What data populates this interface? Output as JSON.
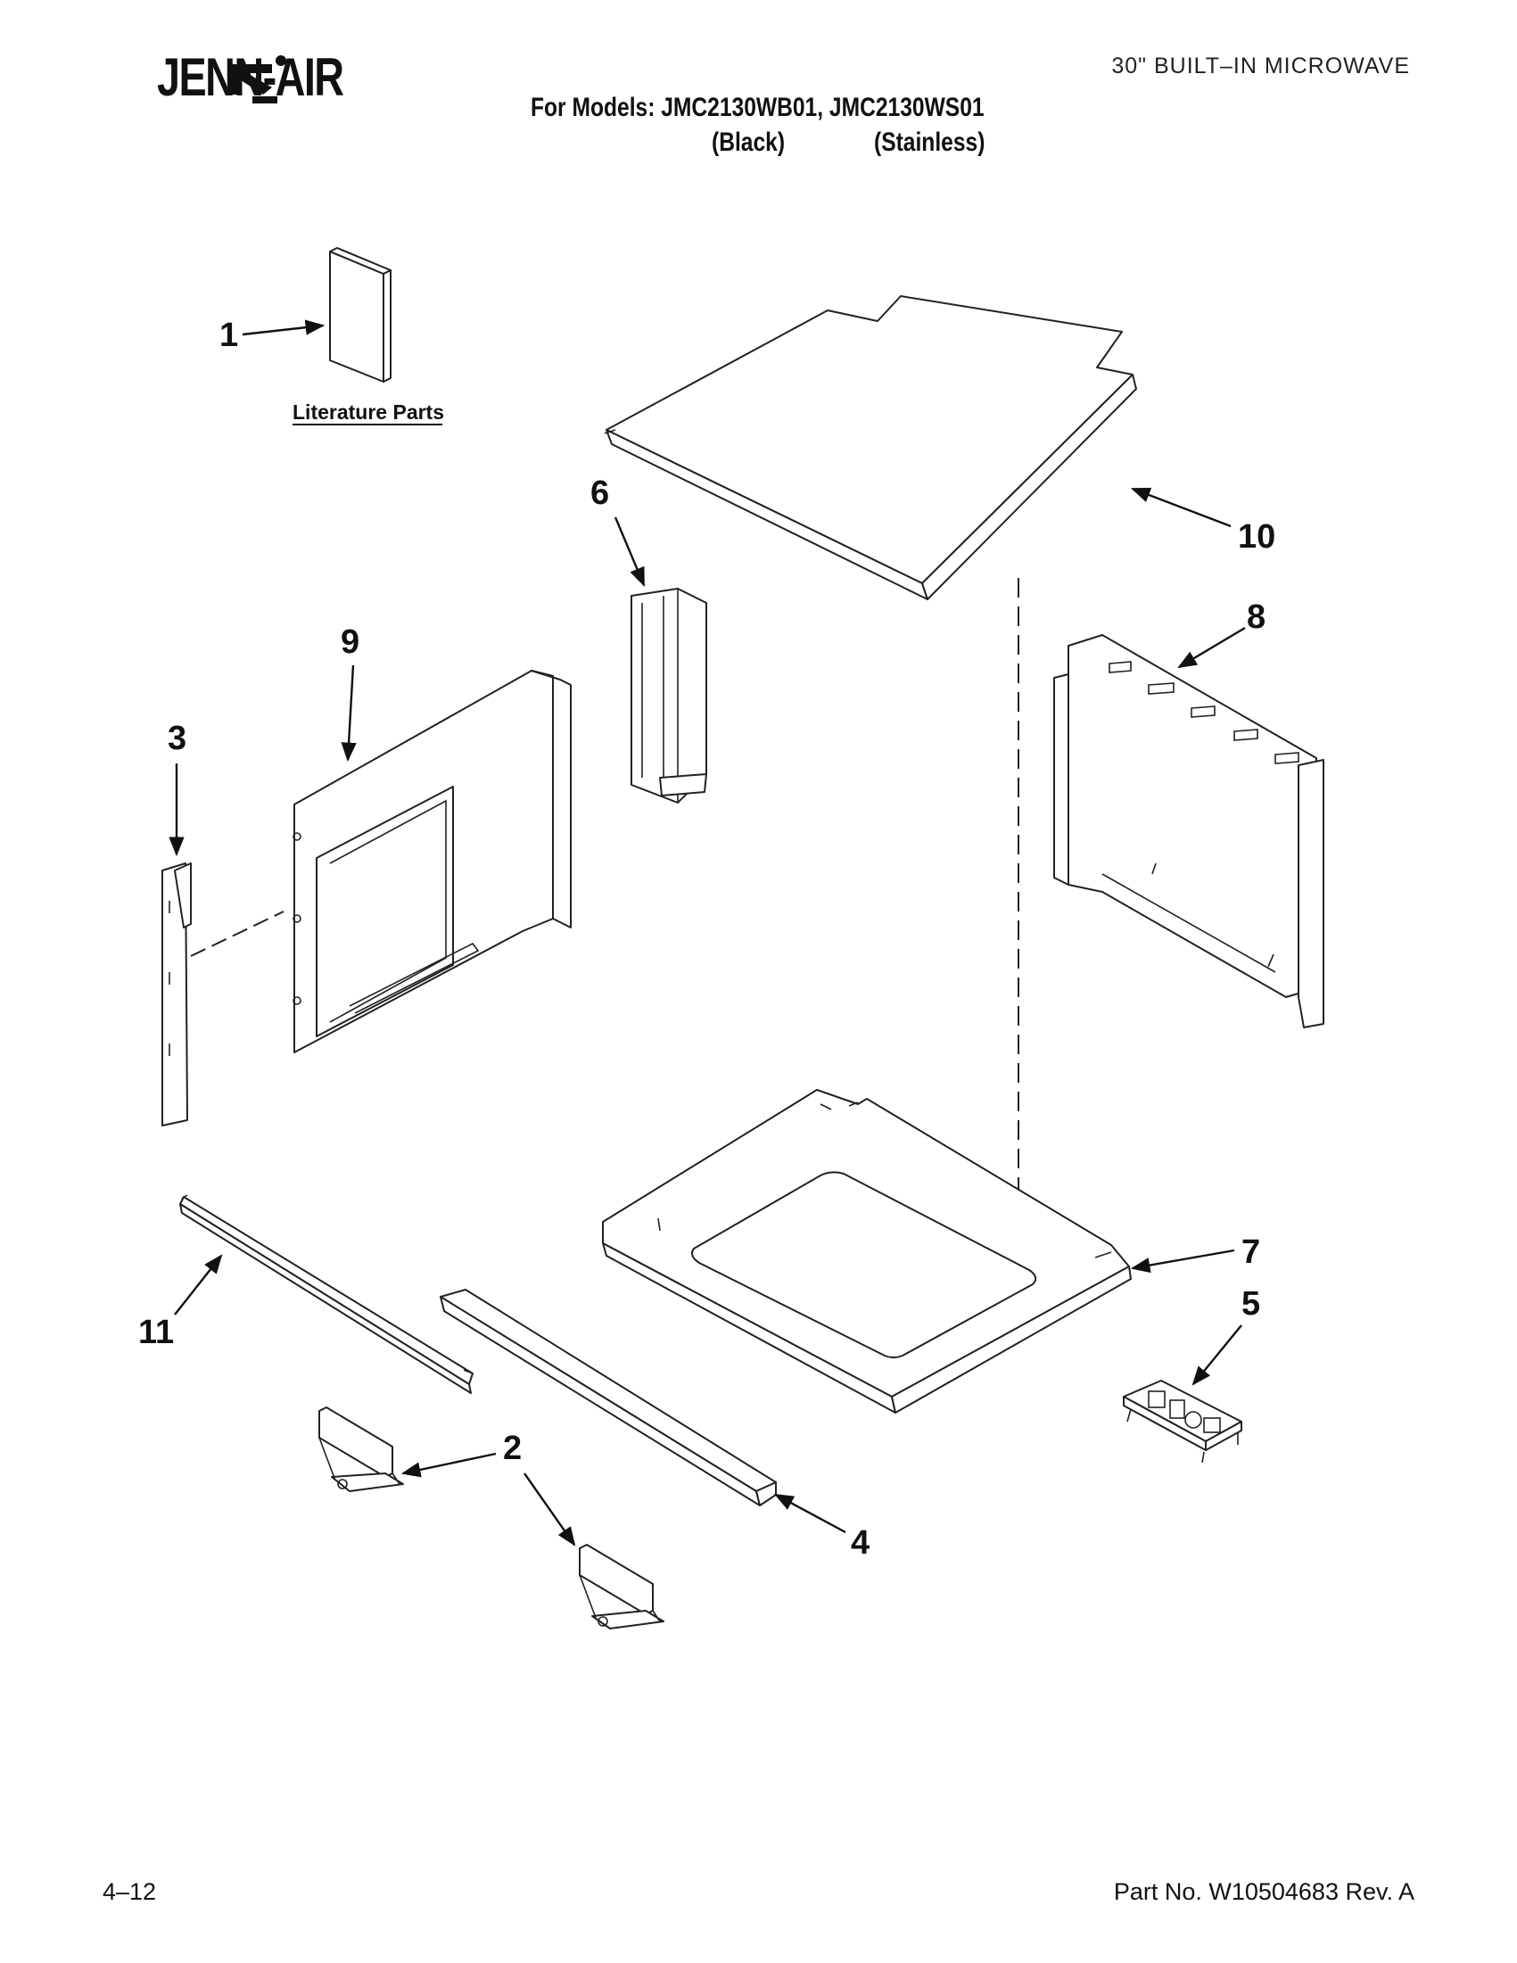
{
  "header": {
    "brand": "JENN-AIR",
    "product": "30\" BUILT–IN MICROWAVE",
    "models_line": "For Models: JMC2130WB01, JMC2130WS01",
    "variant_black": "(Black)",
    "variant_stainless": "(Stainless)"
  },
  "diagram": {
    "literature_label": "Literature Parts",
    "callouts": [
      "1",
      "2",
      "3",
      "4",
      "5",
      "6",
      "7",
      "8",
      "9",
      "10",
      "11"
    ]
  },
  "footer": {
    "page": "4–12",
    "part_no": "Part No. W10504683 Rev. A"
  },
  "colors": {
    "ink": "#111111",
    "paper": "#ffffff"
  }
}
